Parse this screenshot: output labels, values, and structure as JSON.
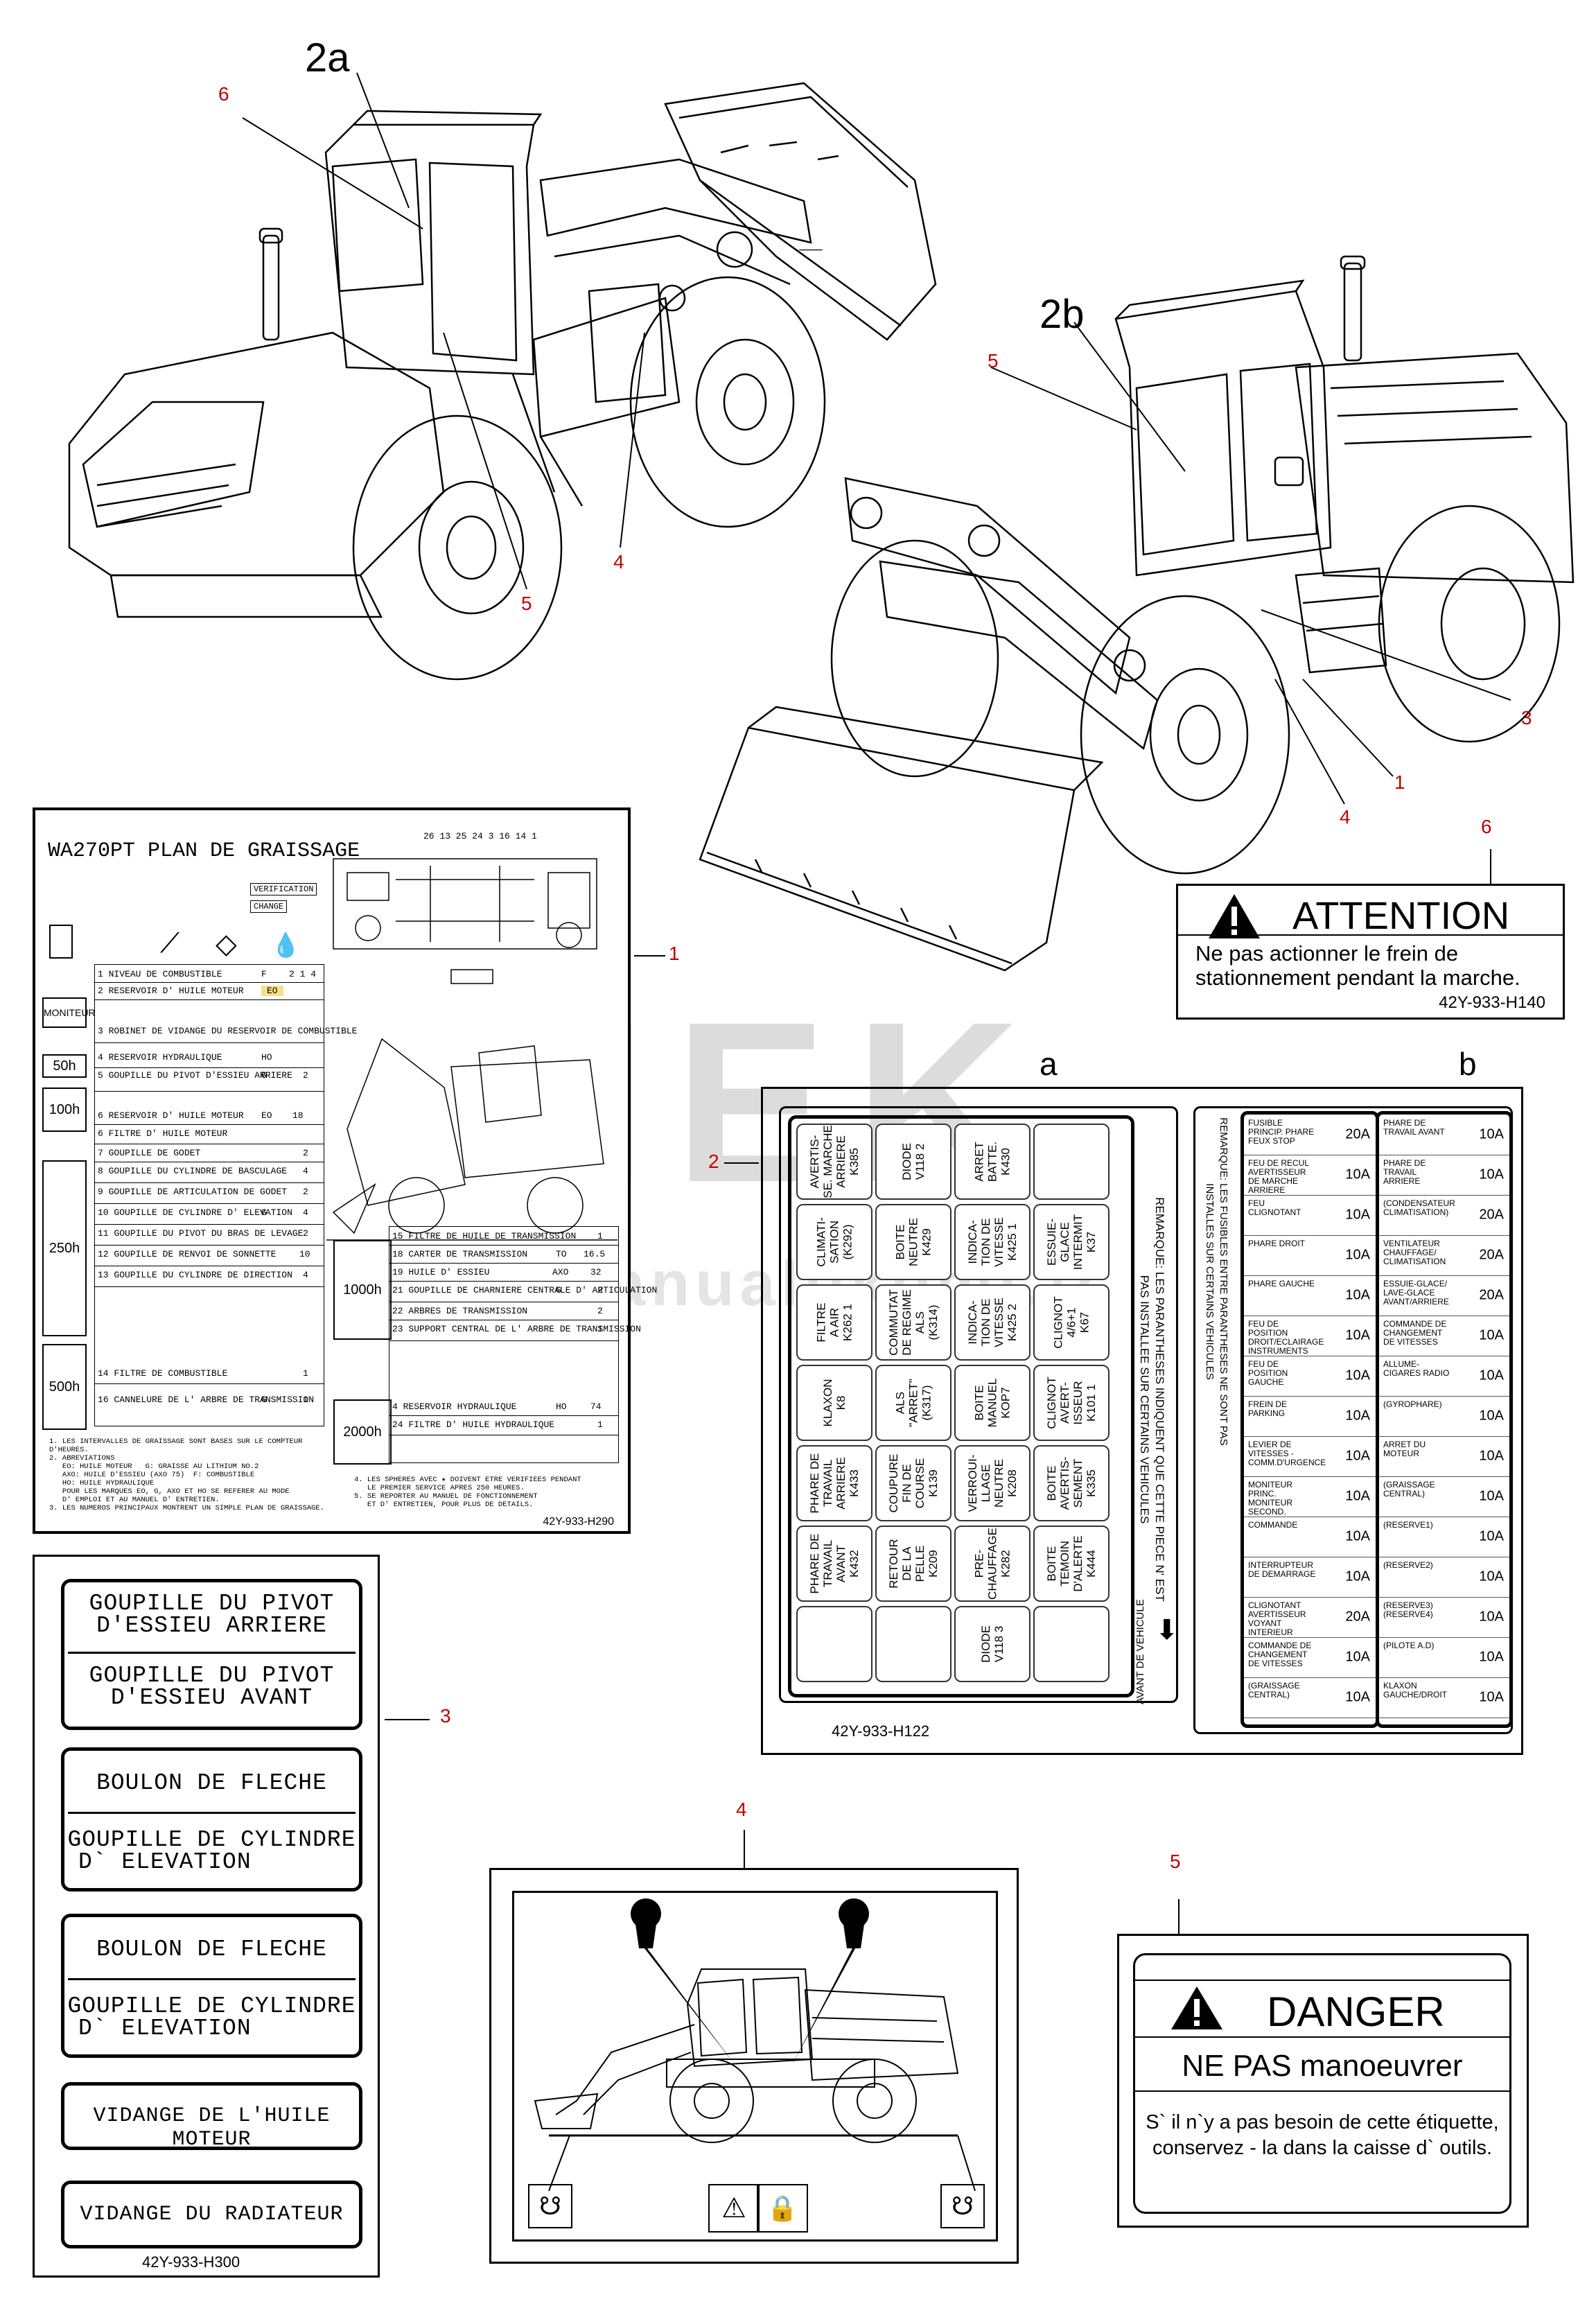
{
  "callouts": {
    "c6_top": "6",
    "c2a": "2a",
    "c5_left": "5",
    "c4_left": "4",
    "c5_right": "5",
    "c2b": "2b",
    "c3": "3",
    "c1_right": "1",
    "c4_right": "4",
    "c6_att": "6",
    "c1_panel": "1",
    "c2_panel": "2",
    "ca": "a",
    "cb": "b",
    "c3_panel": "3",
    "c4_panel": "4",
    "c5_panel": "5"
  },
  "watermark": {
    "main": "ORNEK",
    "sub": "www.orn  klismanualjikomt.tr"
  },
  "attention": {
    "title": "ATTENTION",
    "line1": "Ne pas actionner le frein de",
    "line2": "stationnement pendant la marche.",
    "code": "42Y-933-H140"
  },
  "danger": {
    "title": "DANGER",
    "subtitle": "NE PAS manoeuvrer",
    "line1": "S` il n`y a pas besoin de cette étiquette,",
    "line2": "conservez - la dans la caisse d` outils."
  },
  "grease": {
    "title": "WA270PT PLAN DE GRAISSAGE",
    "verif": "VERIFICATION",
    "change": "CHANGE",
    "periods": [
      "MONITEUR",
      "50h",
      "100h",
      "250h",
      "500h",
      "1000h",
      "2000h"
    ],
    "rows": [
      {
        "n": "1",
        "t": "NIVEAU DE COMBUSTIBLE",
        "c": "F",
        "q": "2 1 4"
      },
      {
        "n": "2",
        "t": "RESERVOIR D' HUILE MOTEUR",
        "c": "EO",
        "q": ""
      },
      {
        "n": "3",
        "t": "ROBINET DE VIDANGE DU RESERVOIR DE COMBUSTIBLE",
        "c": "",
        "q": ""
      },
      {
        "n": "4",
        "t": "RESERVOIR HYDRAULIQUE",
        "c": "HO",
        "q": ""
      },
      {
        "n": "5",
        "t": "GOUPILLE DU PIVOT D'ESSIEU ARRIERE",
        "c": "G",
        "q": "2"
      },
      {
        "n": "6",
        "t": "RESERVOIR D' HUILE MOTEUR",
        "c": "EO",
        "q": "18"
      },
      {
        "n": "6",
        "t": "FILTRE D' HUILE MOTEUR",
        "c": "",
        "q": ""
      },
      {
        "n": "7",
        "t": "GOUPILLE DE GODET",
        "c": "",
        "q": "2"
      },
      {
        "n": "8",
        "t": "GOUPILLE DU CYLINDRE DE BASCULAGE",
        "c": "",
        "q": "4"
      },
      {
        "n": "9",
        "t": "GOUPILLE DE ARTICULATION DE GODET",
        "c": "",
        "q": "2"
      },
      {
        "n": "10",
        "t": "GOUPILLE DE CYLINDRE D' ELEVATION",
        "c": "G",
        "q": "4"
      },
      {
        "n": "11",
        "t": "GOUPILLE DU PIVOT DU BRAS DE LEVAGE",
        "c": "",
        "q": "2"
      },
      {
        "n": "12",
        "t": "GOUPILLE DE RENVOI DE SONNETTE",
        "c": "",
        "q": "10"
      },
      {
        "n": "13",
        "t": "GOUPILLE DU CYLINDRE DE DIRECTION",
        "c": "",
        "q": "4"
      },
      {
        "n": "14",
        "t": "FILTRE DE COMBUSTIBLE",
        "c": "",
        "q": "1"
      },
      {
        "n": "16",
        "t": "CANNELURE DE L' ARBRE DE TRANSMISSION",
        "c": "G",
        "q": "1"
      }
    ],
    "rows_right": [
      {
        "n": "15",
        "t": "FILTRE DE HUILE DE TRANSMISSION",
        "c": "",
        "q": "1"
      },
      {
        "n": "18",
        "t": "CARTER DE TRANSMISSION",
        "c": "TO",
        "q": "16.5"
      },
      {
        "n": "19",
        "t": "HUILE D' ESSIEU",
        "c": "AXO",
        "q": "32"
      },
      {
        "n": "21",
        "t": "GOUPILLE DE CHARNIERE CENTRALE D' ARTICULATION",
        "c": "G",
        "q": "2"
      },
      {
        "n": "22",
        "t": "ARBRES DE TRANSMISSION",
        "c": "",
        "q": "2"
      },
      {
        "n": "23",
        "t": "SUPPORT CENTRAL DE L' ARBRE DE TRANSMISSION",
        "c": "",
        "q": "1"
      },
      {
        "n": "4",
        "t": "RESERVOIR HYDRAULIQUE",
        "c": "HO",
        "q": "74"
      },
      {
        "n": "24",
        "t": "FILTRE D' HUILE HYDRAULIQUE",
        "c": "",
        "q": "1"
      }
    ],
    "notes_left": "1. LES INTERVALLES DE GRAISSAGE SONT BASES SUR LE COMPTEUR D'HEURES.\n2. ABREVIATIONS\n   EO: HUILE MOTEUR   G: GRAISSE AU LITHIUM NO.2\n   AXO: HUILE D'ESSIEU (AXO 75)  F: COMBUSTIBLE\n   HO: HUILE HYDRAULIQUE\n   POUR LES MARQUES EO, G, AXO ET HO SE REFERER AU MODE\n   D' EMPLOI ET AU MANUEL D' ENTRETIEN.\n3. LES NUMEROS PRINCIPAUX MONTRENT UN SIMPLE PLAN DE GRAISSAGE.",
    "notes_right": "4. LES SPHERES AVEC ★ DOIVENT ETRE VERIFIEES PENDANT\n   LE PREMIER SERVICE APRES 250 HEURES.\n5. SE REPORTER AU MANUEL DE FONCTIONNEMENT\n   ET D' ENTRETIEN, POUR PLUS DE DETAILS.",
    "code": "42Y-933-H290",
    "diagram_numbers": "26 13 25 24 3 16 14 1"
  },
  "fuse_a": {
    "side_text_1": "REMARQUE: LES PARANTHESES INDIQUENT QUE CETTE PIECE N' EST",
    "side_text_2": "PAS INSTALLEE SUR CERTAINS VEHICULES",
    "front_text": "AVANT DE VEHICULE",
    "code": "42Y-933-H122",
    "cells": [
      "AVERTIS-\nSE. MARCHE\nARRIERE\nK385",
      "DIODE\nV118 2",
      "ARRET\nBATTE.\nK430",
      "",
      "CLIMATI-\nSATION\n(K292)",
      "BOITE\nNEUTRE\nK429",
      "INDICA-\nTION DE\nVITESSE\nK425 1",
      "ESSUIE-\nGLACE\nINTERMIT\nK37",
      "FILTRE\nA AIR\nK262 1",
      "COMMUTAT\nDE REGIME\nALS\n(K314)",
      "INDICA-\nTION DE\nVITESSE\nK425 2",
      "CLIGNOT\n4/6+1\nK67",
      "KLAXON\nK8",
      "ALS\n\"ARRET\"\n(K317)",
      "BOITE\nMANUEL\nKOP7",
      "CLIGNOT\nAVERT-\nISSEUR\nK101 1",
      "PHARE DE\nTRAVAIL\nARRIERE\nK433",
      "COUPURE\nFIN DE\nCOURSE\nK139",
      "VERROUI-\nLLAGE\nNEUTRE\nK208",
      "BOITE\nAVERTIS-\nSEMENT\nK335",
      "PHARE DE\nTRAVAIL\nAVANT\nK432",
      "RETOUR\nDE LA\nPELLE\nK209",
      "PRE-\nCHAUFFAGE\nK282",
      "BOITE\nTEMOIN\nD'ALERTE\nK444",
      "",
      "",
      "DIODE\nV118 3",
      ""
    ]
  },
  "fuse_b": {
    "side_text_1": "REMARQUE: LES FUSIBLES ENTRE PARANTHESES NE SONT PAS",
    "side_text_2": "INSTALLES SUR CERTAINS VEHICULES",
    "left": [
      {
        "n": "FUSIBLE PRINCIP. PHARE FEUX STOP",
        "a": "20A"
      },
      {
        "n": "FEU DE RECUL AVERTISSEUR DE MARCHE ARRIERE",
        "a": "10A"
      },
      {
        "n": "FEU CLIGNOTANT",
        "a": "10A"
      },
      {
        "n": "PHARE DROIT",
        "a": "10A"
      },
      {
        "n": "PHARE GAUCHE",
        "a": "10A"
      },
      {
        "n": "FEU DE POSITION DROIT/ECLAIRAGE INSTRUMENTS",
        "a": "10A"
      },
      {
        "n": "FEU DE POSITION GAUCHE",
        "a": "10A"
      },
      {
        "n": "FREIN DE PARKING",
        "a": "10A"
      },
      {
        "n": "LEVIER DE VITESSES -COMM.D'URGENCE",
        "a": "10A"
      },
      {
        "n": "MONITEUR PRINC. MONITEUR SECOND.",
        "a": "10A"
      },
      {
        "n": "COMMANDE",
        "a": "10A"
      },
      {
        "n": "INTERRUPTEUR DE DEMARRAGE",
        "a": "10A"
      },
      {
        "n": "CLIGNOTANT AVERTISSEUR VOYANT INTERIEUR",
        "a": "20A"
      },
      {
        "n": "COMMANDE DE CHANGEMENT DE VITESSES",
        "a": "10A"
      },
      {
        "n": "(GRAISSAGE CENTRAL)",
        "a": "10A"
      }
    ],
    "right": [
      {
        "n": "PHARE DE TRAVAIL AVANT",
        "a": "10A"
      },
      {
        "n": "PHARE DE TRAVAIL ARRIERE",
        "a": "10A"
      },
      {
        "n": "(CONDENSATEUR CLIMATISATION)",
        "a": "20A"
      },
      {
        "n": "VENTILATEUR CHAUFFAGE/ CLIMATISATION",
        "a": "20A"
      },
      {
        "n": "ESSUIE-GLACE/ LAVE-GLACE AVANT/ARRIERE",
        "a": "20A"
      },
      {
        "n": "COMMANDE DE CHANGEMENT DE VITESSES",
        "a": "10A"
      },
      {
        "n": "ALLUME-CIGARES RADIO",
        "a": "10A"
      },
      {
        "n": "(GYROPHARE)",
        "a": "10A"
      },
      {
        "n": "ARRET DU MOTEUR",
        "a": "10A"
      },
      {
        "n": "(GRAISSAGE CENTRAL)",
        "a": "10A"
      },
      {
        "n": "(RESERVE1)",
        "a": "10A"
      },
      {
        "n": "(RESERVE2)",
        "a": "10A"
      },
      {
        "n": "(RESERVE3) (RESERVE4)",
        "a": "10A"
      },
      {
        "n": "(PILOTE A.D)",
        "a": "10A"
      },
      {
        "n": "KLAXON GAUCHE/DROIT",
        "a": "10A"
      }
    ]
  },
  "labels3": {
    "box1_l1": "GOUPILLE DU PIVOT",
    "box1_l2": "D'ESSIEU ARRIERE",
    "box1_l3": "GOUPILLE DU PIVOT",
    "box1_l4": "D'ESSIEU AVANT",
    "box2_l1": "BOULON DE FLECHE",
    "box2_l2": "GOUPILLE DE CYLINDRE",
    "box2_l3": "D` ELEVATION",
    "box3_l1": "BOULON DE FLECHE",
    "box3_l2": "GOUPILLE DE CYLINDRE",
    "box3_l3": "D` ELEVATION",
    "box4": "VIDANGE DE L'HUILE MOTEUR",
    "box5": "VIDANGE DU RADIATEUR",
    "code": "42Y-933-H300"
  }
}
